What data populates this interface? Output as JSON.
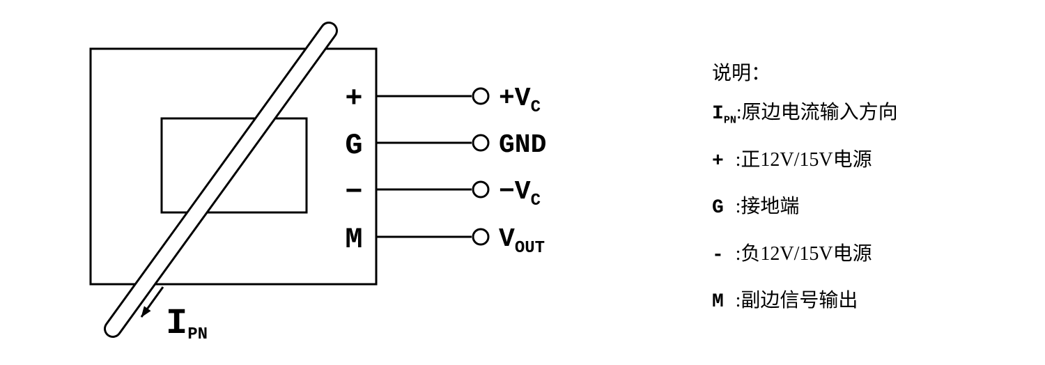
{
  "colors": {
    "ink": "#000000",
    "background": "#ffffff"
  },
  "diagram": {
    "current_label": {
      "main": "I",
      "sub": "PN"
    },
    "pins": [
      {
        "pin": "+",
        "term_main": "+V",
        "term_sub": "C"
      },
      {
        "pin": "G",
        "term_main": "GND",
        "term_sub": ""
      },
      {
        "pin": "−",
        "term_main": "−V",
        "term_sub": "C"
      },
      {
        "pin": "M",
        "term_main": "V",
        "term_sub": "OUT"
      }
    ]
  },
  "legend": {
    "title": "说明：",
    "items": [
      {
        "pre": "I",
        "sub": "PN",
        "text": ":原边电流输入方向"
      },
      {
        "pre": "+ ",
        "sub": "",
        "text": ":正12V/15V电源"
      },
      {
        "pre": "G ",
        "sub": "",
        "text": ":接地端"
      },
      {
        "pre": "- ",
        "sub": "",
        "text": ":负12V/15V电源"
      },
      {
        "pre": "M ",
        "sub": "",
        "text": ":副边信号输出"
      }
    ]
  }
}
